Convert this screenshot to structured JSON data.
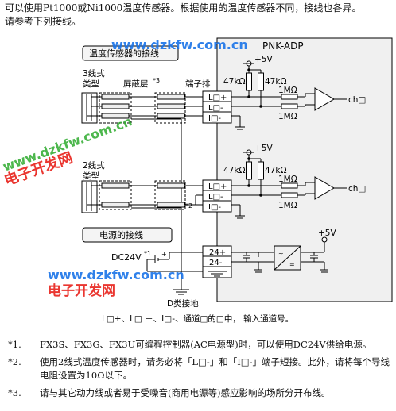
{
  "intro": {
    "line1": "可以使用Pt1000或Ni1000温度传感器。根据使用的温度传感器不同，接线也各异。",
    "line2": "请参考下列接线。"
  },
  "watermarks": {
    "top": "www.dzkfw.com.cn",
    "left_url": "www.dzkfw.com.cn",
    "left_cn": "电子开发网",
    "mid": "www.dzkfw.com.cn",
    "bottom_cn": "电子开发网"
  },
  "diagram": {
    "sensor_section_title": "温度传感器的接线",
    "module_name": "PNK-ADP",
    "three_wire": {
      "type_line1": "3线式",
      "type_line2": "类型",
      "shield": "屏蔽层",
      "shield_mark": "*3",
      "terminal_block": "端子排"
    },
    "two_wire": {
      "type_line1": "2线式",
      "type_line2": "类型",
      "short_mark": "*2"
    },
    "terminals": {
      "l_plus": "L□+",
      "l_minus": "L□-",
      "i_minus": "I□-"
    },
    "circuit": {
      "vcc": "+5V",
      "r1": "47kΩ",
      "r2": "47kΩ",
      "r3": "1MΩ",
      "r4": "1MΩ",
      "channel": "ch□"
    },
    "power": {
      "section_title": "电源的接线",
      "supply": "DC24V",
      "supply_mark": "*1",
      "t24p": "24+",
      "t24m": "24-",
      "vcc": "+5V",
      "ground": "D类接地"
    },
    "legend": "L□+、L□ －、I□-、通道□的□中，  输入通道号。"
  },
  "notes": [
    {
      "mark": "*1.",
      "text": "FX3S、FX3G、FX3U可编程控制器(AC电源型)时，可以使用DC24V供给电源。"
    },
    {
      "mark": "*2.",
      "text": "使用2线式温度传感器时，请务必将「L□-」和「I□-」端子短接。此外，请将每个导线电阻设置为10Ω以下。"
    },
    {
      "mark": "*3.",
      "text": "请与其它动力线或者易于受噪音(商用电源等)感应影响的场所分开布线。"
    }
  ]
}
